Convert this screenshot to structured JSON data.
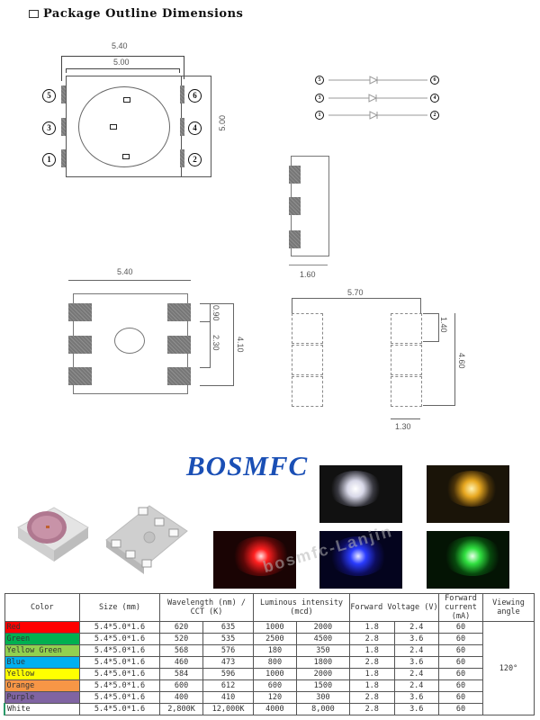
{
  "section_title": "Package Outline Dimensions",
  "top_view": {
    "width_outer": "5.40",
    "width_inner": "5.00",
    "height": "5.00",
    "pins_left": [
      "5",
      "3",
      "1"
    ],
    "pins_right": [
      "6",
      "4",
      "2"
    ]
  },
  "schematic": {
    "rows": [
      {
        "left": "5",
        "right": "6"
      },
      {
        "left": "3",
        "right": "4"
      },
      {
        "left": "1",
        "right": "2"
      }
    ]
  },
  "side_view": {
    "thickness": "1.60"
  },
  "bottom_view": {
    "width": "5.40",
    "pad_gap": "0.90",
    "pad_pitch": "2.30",
    "pad_span": "4.10"
  },
  "footprint": {
    "width": "5.70",
    "pad_height": "1.40",
    "total_height": "4.60",
    "pad_width": "1.30"
  },
  "brand": "BOSMFC",
  "watermark": "bosmfc-Lanjin",
  "photos": [
    {
      "name": "white",
      "color": "#f4f4ff"
    },
    {
      "name": "amber",
      "color": "#f0b020"
    },
    {
      "name": "red",
      "color": "#ff2020"
    },
    {
      "name": "blue",
      "color": "#2a3cff"
    },
    {
      "name": "green",
      "color": "#30e040"
    }
  ],
  "table": {
    "headers": {
      "color": "Color",
      "size": "Size (mm)",
      "wavelength": "Wavelength (nm) / CCT (K)",
      "luminous": "Luminous intensity (mcd)",
      "voltage": "Forward Voltage (V)",
      "current": "Forward current (mA)",
      "angle": "Viewing angle"
    },
    "viewing_angle": "120°",
    "rows": [
      {
        "color": "Red",
        "bg": "#ff0000",
        "size": "5.4*5.0*1.6",
        "wl_min": "620",
        "wl_max": "635",
        "lum_min": "1000",
        "lum_max": "2000",
        "v_min": "1.8",
        "v_max": "2.4",
        "current": "60"
      },
      {
        "color": "Green",
        "bg": "#00b050",
        "size": "5.4*5.0*1.6",
        "wl_min": "520",
        "wl_max": "535",
        "lum_min": "2500",
        "lum_max": "4500",
        "v_min": "2.8",
        "v_max": "3.6",
        "current": "60"
      },
      {
        "color": "Yellow Green",
        "bg": "#92d050",
        "size": "5.4*5.0*1.6",
        "wl_min": "568",
        "wl_max": "576",
        "lum_min": "180",
        "lum_max": "350",
        "v_min": "1.8",
        "v_max": "2.4",
        "current": "60"
      },
      {
        "color": "Blue",
        "bg": "#00b0f0",
        "size": "5.4*5.0*1.6",
        "wl_min": "460",
        "wl_max": "473",
        "lum_min": "800",
        "lum_max": "1800",
        "v_min": "2.8",
        "v_max": "3.6",
        "current": "60"
      },
      {
        "color": "Yellow",
        "bg": "#ffff00",
        "size": "5.4*5.0*1.6",
        "wl_min": "584",
        "wl_max": "596",
        "lum_min": "1000",
        "lum_max": "2000",
        "v_min": "1.8",
        "v_max": "2.4",
        "current": "60"
      },
      {
        "color": "Orange",
        "bg": "#f79646",
        "size": "5.4*5.0*1.6",
        "wl_min": "600",
        "wl_max": "612",
        "lum_min": "600",
        "lum_max": "1500",
        "v_min": "1.8",
        "v_max": "2.4",
        "current": "60"
      },
      {
        "color": "Purple",
        "bg": "#8064a2",
        "size": "5.4*5.0*1.6",
        "wl_min": "400",
        "wl_max": "410",
        "lum_min": "120",
        "lum_max": "300",
        "v_min": "2.8",
        "v_max": "3.6",
        "current": "60"
      },
      {
        "color": "White",
        "bg": "#ffffff",
        "size": "5.4*5.0*1.6",
        "wl_min": "2,800K",
        "wl_max": "12,000K",
        "lum_min": "4000",
        "lum_max": "8,000",
        "v_min": "2.8",
        "v_max": "3.6",
        "current": "60"
      }
    ]
  }
}
